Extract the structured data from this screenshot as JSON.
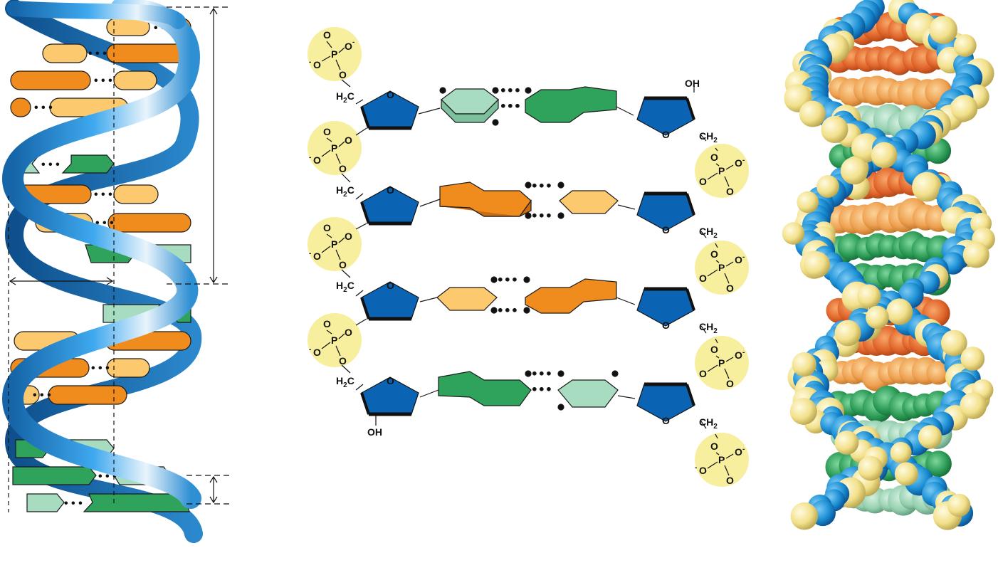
{
  "colors": {
    "backbone_blue": "#1f8fd6",
    "backbone_dark": "#1565a8",
    "sugar_blue": "#0a63b3",
    "phosphate_yellow": "#f7ef9e",
    "purine_orange": "#f08c1e",
    "pyrimidine_light_orange": "#fcc96f",
    "purine_green": "#2fa35c",
    "pyrimidine_light_green": "#a8dcc0",
    "space_fill_tan": "#f2e08a"
  },
  "chemistry": {
    "phosphate": {
      "oxygen": "O",
      "oxygen_minus": "O",
      "minus": "-",
      "phosphorus": "P"
    },
    "sugar_ring_oxygen": "O",
    "ch2_prefix": "H",
    "ch2_sub": "2",
    "ch2_suffix": "C",
    "ch2_right": "CH",
    "ch2_right_sub": "2",
    "hydroxyl": "OH",
    "hbond": "• • •"
  },
  "icons": {
    "ribbon_helix": "double-helix-ribbon-icon",
    "space_filling": "space-filling-model-icon"
  }
}
